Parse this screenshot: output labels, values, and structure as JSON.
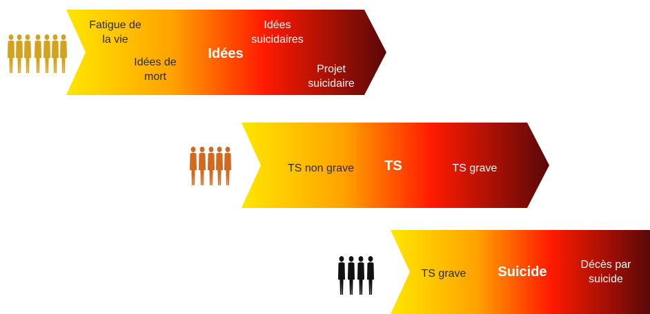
{
  "colors": {
    "gradient_start": "#ffe600",
    "gradient_mid1": "#ffa300",
    "gradient_mid2": "#ff1a00",
    "gradient_end": "#5a0808",
    "crowd_gold": "#d4a21e",
    "crowd_orange": "#d2691e",
    "crowd_black": "#111111"
  },
  "icons": {
    "row1": "crowd-of-people-icon",
    "row2": "group-of-people-icon",
    "row3": "small-group-of-people-icon"
  },
  "rows": [
    {
      "title": "Idées",
      "labels": {
        "fatigue": "Fatigue de la vie",
        "idees_de_mort": "Idées de mort",
        "idees_suicidaires": "Idées suicidaires",
        "projet_suicidaire": "Projet suicidaire"
      }
    },
    {
      "title": "TS",
      "labels": {
        "non_grave": "TS non grave",
        "grave": "TS grave"
      }
    },
    {
      "title": "Suicide",
      "labels": {
        "ts_grave": "TS grave",
        "deces": "Décès par suicide"
      }
    }
  ]
}
